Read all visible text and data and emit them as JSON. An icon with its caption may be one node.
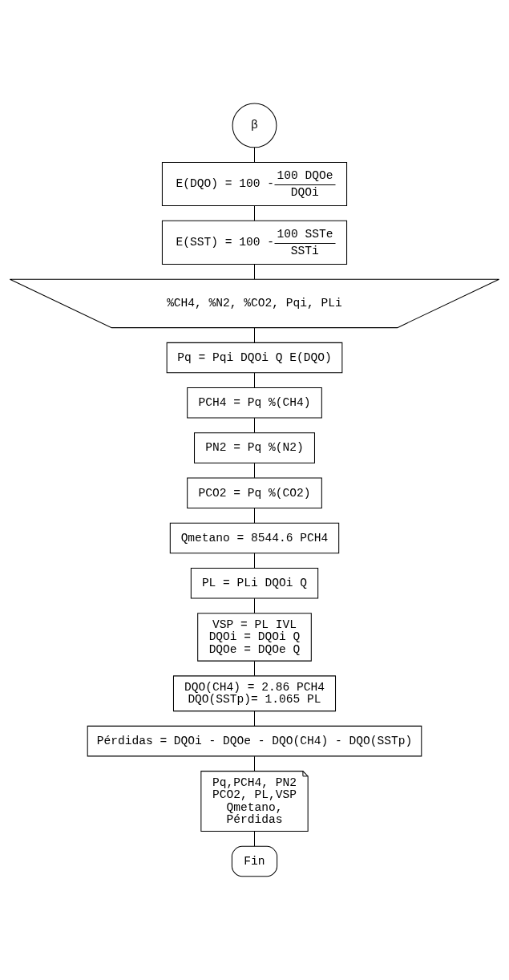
{
  "diagram": {
    "nodes": [
      {
        "text": [
          "β"
        ]
      },
      {
        "text": [
          "E(DQO) = 100 -",
          "100 DQOe",
          "DQOi"
        ]
      },
      {
        "text": [
          "E(SST) = 100 -",
          "100 SSTe",
          "SSTi"
        ]
      },
      {
        "text": [
          "%CH4, %N2, %CO2, Pqi, PLi"
        ]
      },
      {
        "text": [
          "Pq = Pqi DQOi Q E(DQO)"
        ]
      },
      {
        "text": [
          "PCH4 = Pq %(CH4)"
        ]
      },
      {
        "text": [
          "PN2 = Pq %(N2)"
        ]
      },
      {
        "text": [
          "PCO2 = Pq %(CO2)"
        ]
      },
      {
        "text": [
          "Qmetano = 8544.6 PCH4"
        ]
      },
      {
        "text": [
          "PL = PLi DQOi Q"
        ]
      },
      {
        "text": [
          "VSP = PL IVL",
          "DQOi = DQOi Q",
          "DQOe = DQOe Q"
        ]
      },
      {
        "text": [
          "DQO(CH4) = 2.86 PCH4",
          "DQO(SSTp)= 1.065 PL"
        ]
      },
      {
        "text": [
          "Pérdidas = DQOi - DQOe - DQO(CH4) - DQO(SSTp)"
        ]
      },
      {
        "text": [
          "Pq,PCH4, PN2 PCO2, PL,VSP Qmetano, Pérdidas"
        ]
      },
      {
        "text": [
          "Fin"
        ]
      }
    ],
    "edges": [
      {
        "from": 0,
        "to": 1,
        "arrow": "none"
      },
      {
        "from": 1,
        "to": 2,
        "arrow": "none"
      },
      {
        "from": 2,
        "to": 3,
        "arrow": "none"
      },
      {
        "from": 3,
        "to": 4,
        "arrow": "none"
      },
      {
        "from": 4,
        "to": 5,
        "arrow": "none"
      },
      {
        "from": 5,
        "to": 6,
        "arrow": "none"
      },
      {
        "from": 6,
        "to": 7,
        "arrow": "none"
      },
      {
        "from": 7,
        "to": 8,
        "arrow": "none"
      },
      {
        "from": 8,
        "to": 9,
        "arrow": "none"
      },
      {
        "from": 9,
        "to": 10,
        "arrow": "none"
      },
      {
        "from": 10,
        "to": 11,
        "arrow": "none"
      },
      {
        "from": 11,
        "to": 12,
        "arrow": "none"
      },
      {
        "from": 12,
        "to": 13,
        "arrow": "none"
      },
      {
        "from": 13,
        "to": 14,
        "arrow": "none"
      }
    ]
  }
}
